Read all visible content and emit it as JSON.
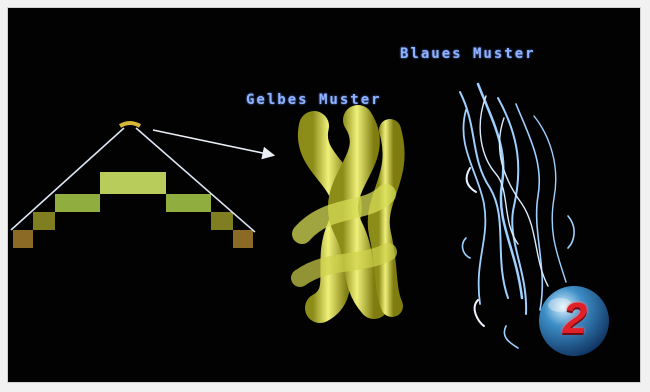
{
  "labels": {
    "blue_pattern": "Blaues Muster",
    "yellow_pattern": "Gelbes Muster"
  },
  "badge": {
    "number": "2"
  },
  "colors": {
    "background": "#020203",
    "label_text": "#8fb2ff",
    "yellow": "#c9d23a",
    "blue": "#8fc4ff",
    "badge_red": "#e2202a"
  }
}
